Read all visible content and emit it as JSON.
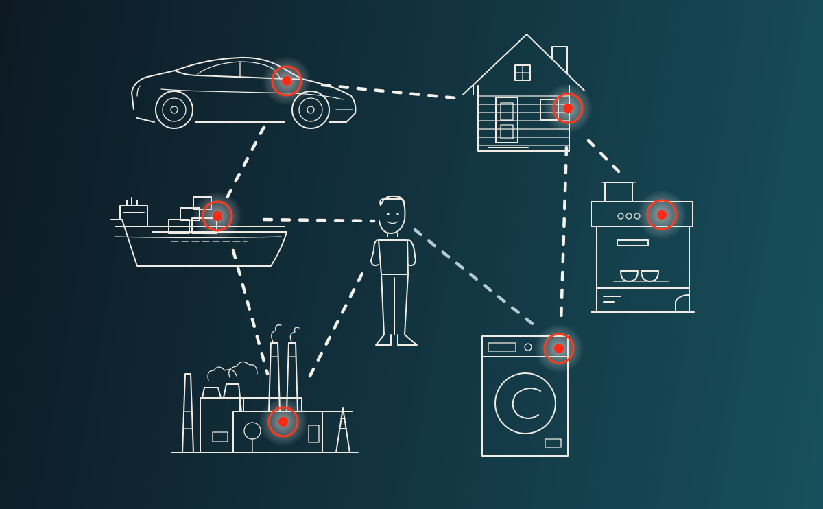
{
  "diagram": {
    "hub": "person-icon",
    "nodes": [
      "car-icon",
      "house-icon",
      "ship-icon",
      "coffee-machine-icon",
      "factory-icon",
      "washing-machine-icon"
    ],
    "connections": [
      [
        "car",
        "house"
      ],
      [
        "car",
        "ship"
      ],
      [
        "house",
        "coffee-machine"
      ],
      [
        "house",
        "washing-machine"
      ],
      [
        "ship",
        "person"
      ],
      [
        "ship",
        "factory"
      ],
      [
        "factory",
        "person"
      ],
      [
        "person",
        "washing-machine"
      ]
    ]
  },
  "colors": {
    "background_dark": "#0d1a24",
    "background_light": "#17505c",
    "line": "#f1ebe2",
    "sensor_ring": "#ff3b1f",
    "sensor_core": "#ff2a14"
  }
}
